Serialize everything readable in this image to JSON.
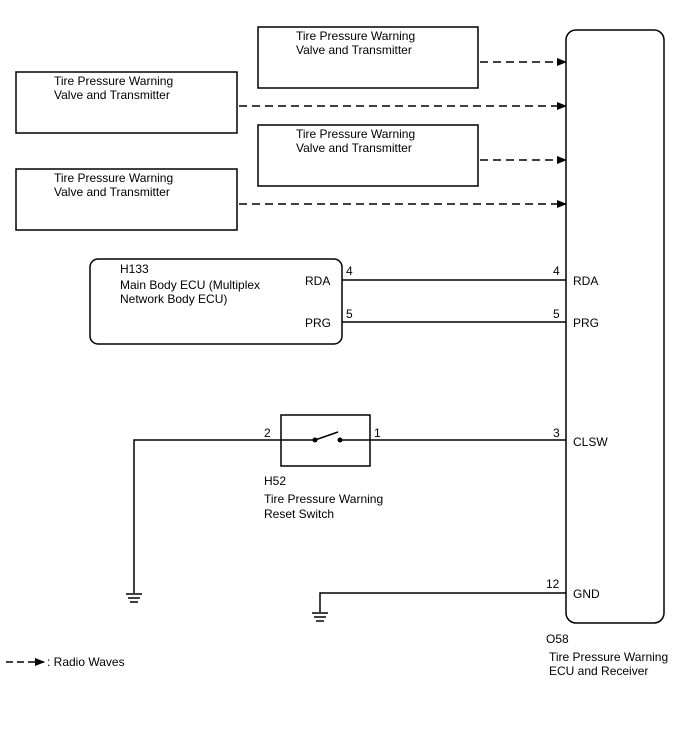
{
  "transmitters": [
    {
      "line1": "Tire Pressure Warning",
      "line2": "Valve and Transmitter"
    },
    {
      "line1": "Tire Pressure Warning",
      "line2": "Valve and Transmitter"
    },
    {
      "line1": "Tire Pressure Warning",
      "line2": "Valve and Transmitter"
    },
    {
      "line1": "Tire Pressure Warning",
      "line2": "Valve and Transmitter"
    }
  ],
  "main_body_ecu": {
    "code": "H133",
    "name_line1": "Main Body ECU (Multiplex",
    "name_line2": "Network Body ECU)",
    "pins": [
      {
        "label": "RDA",
        "number": "4"
      },
      {
        "label": "PRG",
        "number": "5"
      }
    ]
  },
  "reset_switch": {
    "code": "H52",
    "name_line1": "Tire Pressure Warning",
    "name_line2": "Reset Switch",
    "pin_left": "2",
    "pin_right": "1"
  },
  "receiver": {
    "code": "O58",
    "name_line1": "Tire Pressure Warning",
    "name_line2": "ECU and Receiver",
    "pins": [
      {
        "label": "RDA",
        "number": "4"
      },
      {
        "label": "PRG",
        "number": "5"
      },
      {
        "label": "CLSW",
        "number": "3"
      },
      {
        "label": "GND",
        "number": "12"
      }
    ]
  },
  "legend": {
    "text": ": Radio Waves"
  }
}
